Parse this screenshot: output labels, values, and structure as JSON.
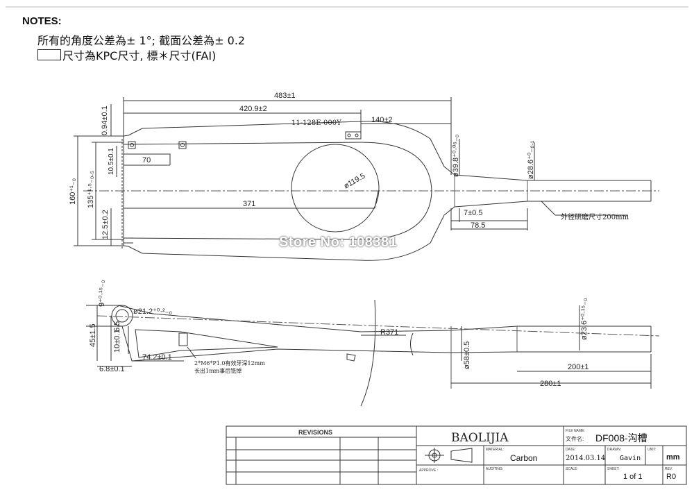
{
  "notes": {
    "title": "NOTES:",
    "line1": "所有的角度公差為± 1°; 截面公差為± 0.2",
    "line2": "尺寸為KPC尺寸, 標＊尺寸(FAI)"
  },
  "watermark": "Store No: 108381",
  "top_view": {
    "overall_length": "483±1",
    "length_2": "420.9±2",
    "length_3": "140±2",
    "part_no": "11-128E-000Y",
    "dim_70": "70",
    "dim_371": "371",
    "circle_dia": "ø119.5",
    "dim_7": "7±0.5",
    "dim_785": "78.5",
    "dim_094": "0.94±0.1",
    "dim_105": "10.5±0.1",
    "dim_160": "160⁺¹₋₀",
    "dim_135": "135⁺¹·⁵₋₀.₅",
    "dim_125": "12.5±0.2",
    "dia_398": "ø39.8⁺⁰·⁰⁶₋₀",
    "dia_286": "ø28.6⁺⁰₋₀.₁",
    "grinding_note": "外径研磨尺寸200mm"
  },
  "side_view": {
    "dim_9": "9⁺⁰·¹⁵₋₀",
    "dia_212": "ø21.2⁺⁰·²₋₀",
    "dim_45": "45±1.5",
    "dim_10": "10±0.1",
    "dim_65": "6.5",
    "r371": "R371",
    "dia_58": "ø58±0.5",
    "dia_236": "ø23.6⁺⁰·¹⁵₋₀",
    "dim_742": "74.2±0.1",
    "dim_68": "6.8±0.1",
    "dim_200": "200±1",
    "dim_280": "280±1",
    "thread_note1": "2*M6*P1.0有效牙深12mm",
    "thread_note2": "长出1mm事后铣掉"
  },
  "title_block": {
    "revisions": "REVISIONS",
    "company": "BAOLIJIA",
    "file_name_label": "FILE NAME:",
    "file_name_label_cn": "文件名:",
    "file_name": "DF008-沟槽",
    "material_label": "MATERIAL:",
    "material": "Carbon",
    "date_label": "DATE:",
    "date": "2014.03.14",
    "drawn_label": "DRAWN:",
    "drawn": "Gavin",
    "unit_label": "UNIT:",
    "unit": "mm",
    "approve_label": "APPROVE :",
    "auditing_label": "AUDITING:",
    "scale_label": "SCALE:",
    "sheet_label": "SHEET:",
    "sheet": "1 of  1",
    "rev_label": "REV.",
    "rev": "R0"
  }
}
